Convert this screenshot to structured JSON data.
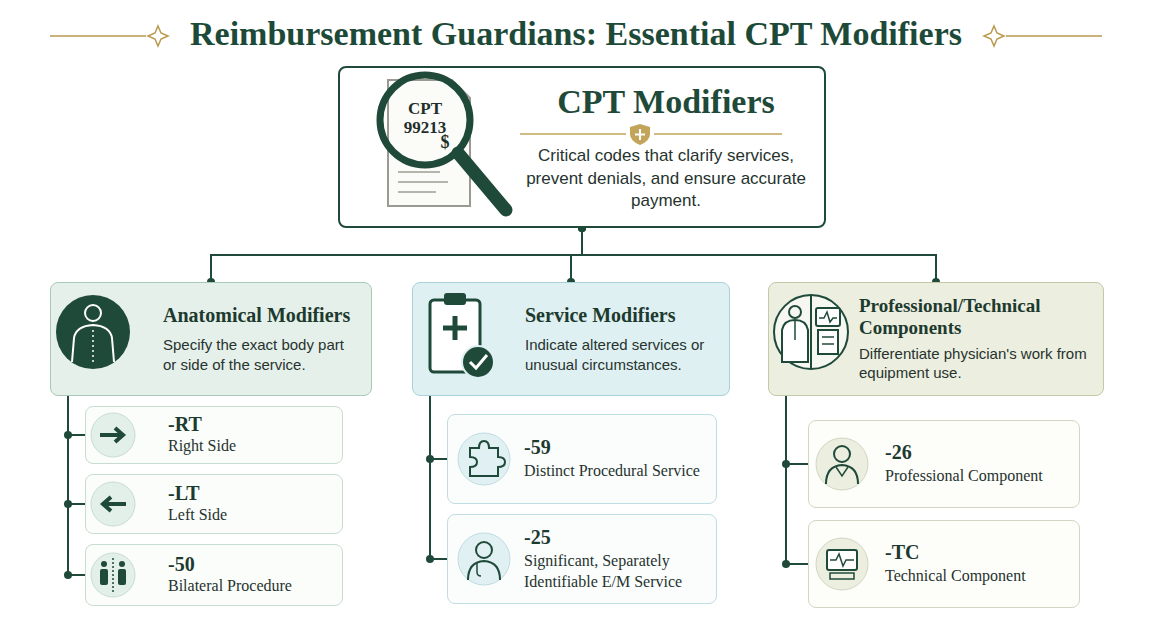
{
  "diagram": {
    "title": "Reimbursement Guardians: Essential CPT Modifiers",
    "nodes": [
      {
        "text": [
          "CPT Modifiers",
          "Critical codes that clarify services, prevent denials, and ensure accurate payment."
        ]
      },
      {
        "text": [
          "Anatomical Modifiers",
          "Specify the exact body part or side of the service."
        ]
      },
      {
        "text": [
          "-RT",
          "Right Side"
        ]
      },
      {
        "text": [
          "-LT",
          "Left Side"
        ]
      },
      {
        "text": [
          "-50",
          "Bilateral Procedure"
        ]
      },
      {
        "text": [
          "Service Modifiers",
          "Indicate altered services or unusual circumstances."
        ]
      },
      {
        "text": [
          "-59",
          "Distinct Procedural Service"
        ]
      },
      {
        "text": [
          "-25",
          "Significant, Separately Identifiable E/M Service"
        ]
      },
      {
        "text": [
          "Professional/Technical Components",
          "Differentiate physician's work from equipment use."
        ]
      },
      {
        "text": [
          "-26",
          "Professional Component"
        ]
      },
      {
        "text": [
          "-TC",
          "Technical Component"
        ]
      }
    ],
    "edges": [
      {
        "from": 0,
        "to": 1,
        "arrow": "none"
      },
      {
        "from": 0,
        "to": 5,
        "arrow": "none"
      },
      {
        "from": 0,
        "to": 8,
        "arrow": "none"
      },
      {
        "from": 1,
        "to": 2,
        "arrow": "none"
      },
      {
        "from": 1,
        "to": 3,
        "arrow": "none"
      },
      {
        "from": 1,
        "to": 4,
        "arrow": "none"
      },
      {
        "from": 5,
        "to": 6,
        "arrow": "none"
      },
      {
        "from": 5,
        "to": 7,
        "arrow": "none"
      },
      {
        "from": 8,
        "to": 9,
        "arrow": "none"
      },
      {
        "from": 8,
        "to": 10,
        "arrow": "none"
      }
    ],
    "labels": [
      "CPT 99213",
      "$"
    ]
  }
}
